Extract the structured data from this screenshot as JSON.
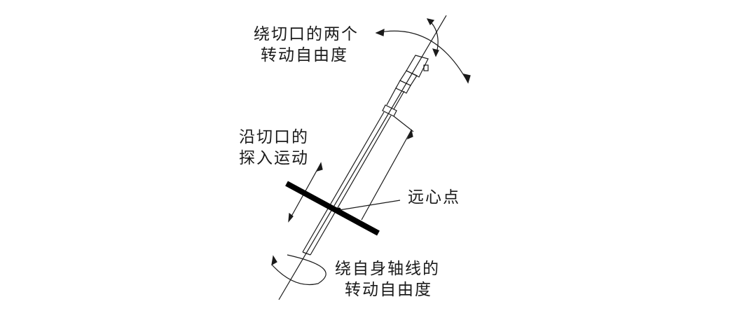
{
  "diagram": {
    "type": "mechanism-schematic",
    "subject": "minimally invasive surgical instrument through an incision",
    "colors": {
      "line": "#1a1a1a",
      "background": "#ffffff",
      "incision_plate": "#000000"
    },
    "labels": {
      "incision_rotation": {
        "line1": "绕切口的两个",
        "line2": "转动自由度"
      },
      "insertion_motion": {
        "line1": "沿切口的",
        "line2": "探入运动"
      },
      "remote_center": {
        "text": "远心点"
      },
      "axial_rotation": {
        "line1": "绕自身轴线的",
        "line2": "转动自由度"
      }
    },
    "components": [
      "instrument-shaft",
      "instrument-housing",
      "incision-wall",
      "remote-center-point",
      "dimension-line",
      "rotation-arc-arrows",
      "insertion-double-arrow",
      "axial-rotation-ellipse"
    ]
  }
}
